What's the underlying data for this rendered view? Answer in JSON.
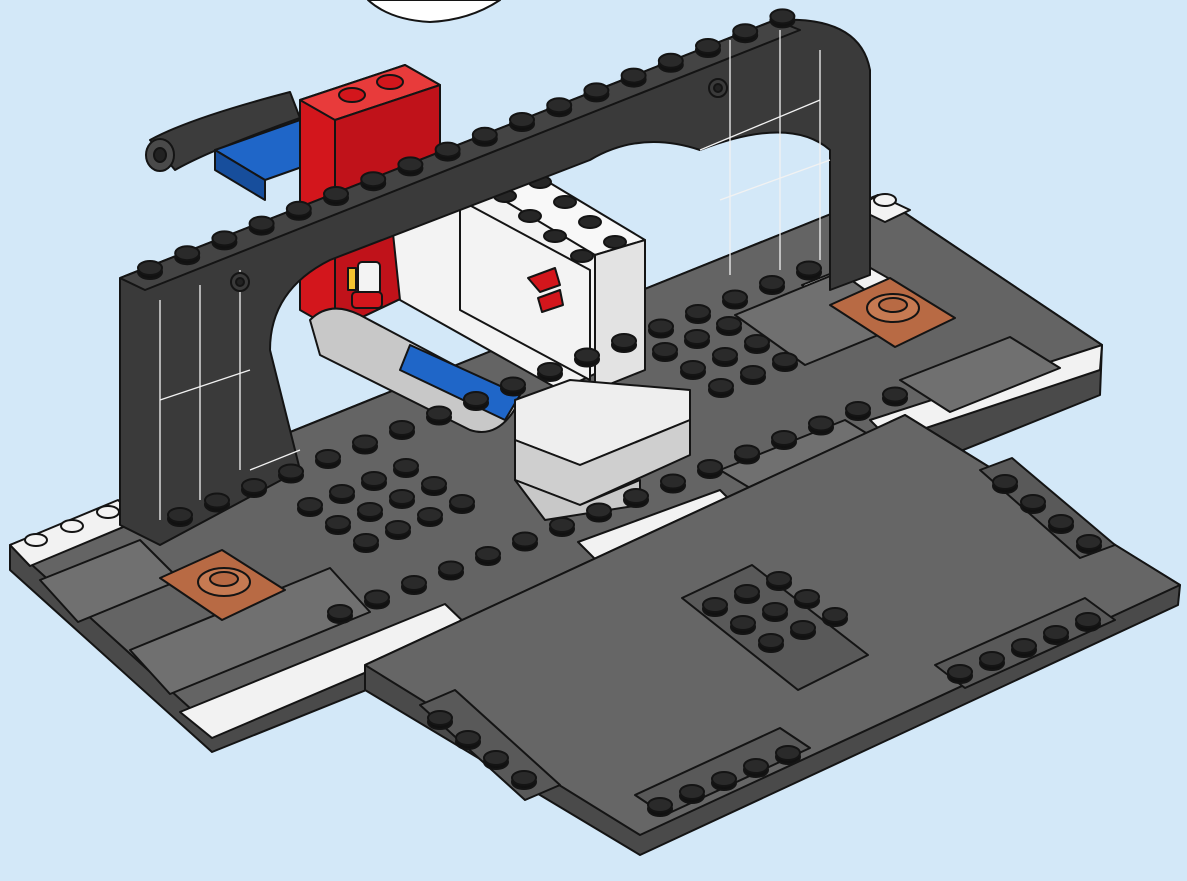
{
  "scene": {
    "background": "#d3e8f8",
    "bubble_callout": "white-circle-top-edge",
    "colors": {
      "baseplate_dark": "#5c5c5c",
      "baseplate_top": "#666666",
      "tile_light": "#707070",
      "frame_black": "#3a3a3a",
      "stud_black": "#262626",
      "white_parts": "#f3f3f3",
      "light_gray_parts": "#c8c8c8",
      "red_parts": "#d3161c",
      "blue_parts": "#1f66c8",
      "brown_tiles": "#b86a44",
      "outline": "#141414"
    },
    "brown_tile_count": 2,
    "stud_grid_groups": 3
  }
}
